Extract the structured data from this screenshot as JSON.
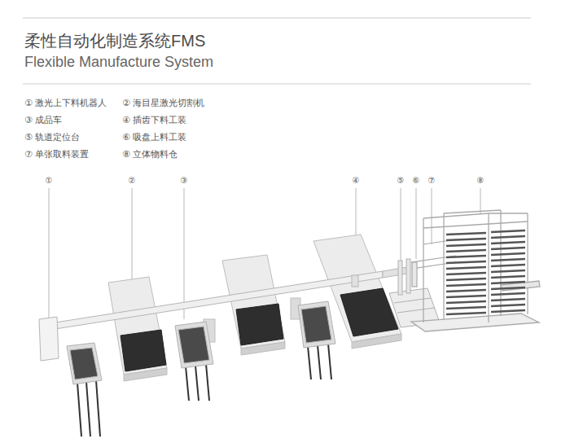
{
  "diagram": {
    "title": "柔性自动化制造系统FMS",
    "labels": [
      "Flexible Manufacture System",
      "① 激光上下料机器人",
      "② 海目星激光切割机",
      "③ 成品车",
      "④ 插齿下料工装",
      "⑤ 轨道定位台",
      "⑥ 吸盘上料工装",
      "⑦ 单张取料装置",
      "⑧ 立体物料仓",
      "①",
      "②",
      "③",
      "④",
      "⑤",
      "⑥",
      "⑦",
      "⑧"
    ]
  }
}
